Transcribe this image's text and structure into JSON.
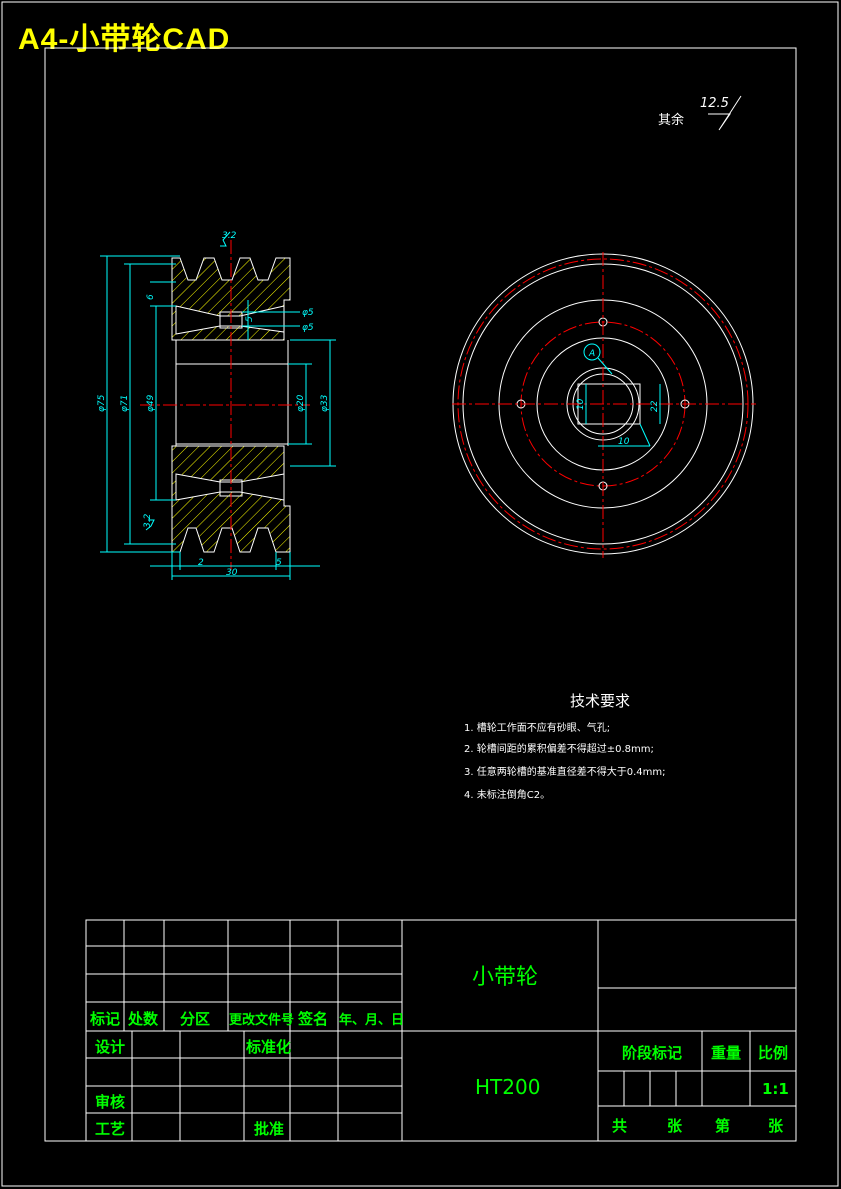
{
  "header": {
    "title": "A4-小带轮CAD"
  },
  "colors": {
    "background": "#000000",
    "frame": "#ffffff",
    "dimension": "#00ffff",
    "centerline": "#ff0000",
    "title_text": "#00ff00",
    "hatch": "#ffff00",
    "header": "#ffff00"
  },
  "roughness": {
    "label": "其余",
    "value": "12.5"
  },
  "side_view": {
    "roughness_top": "3.2",
    "roughness_side": "3.2",
    "dims": {
      "d75": "φ75",
      "d71": "φ71",
      "d49": "φ49",
      "d20": "φ20",
      "d33": "φ33",
      "d5a": "φ5",
      "d5b": "φ5",
      "six": "6",
      "five_hole": "5",
      "two": "2",
      "thirty": "30",
      "five": "5"
    }
  },
  "front_view": {
    "datum": "A",
    "dims": {
      "ten_h": "10",
      "ten_v": "10",
      "twentytwo": "22"
    }
  },
  "tech_req": {
    "title": "技术要求",
    "items": [
      "1. 槽轮工作面不应有砂眼、气孔;",
      "2. 轮槽间距的累积偏差不得超过±0.8mm;",
      "3. 任意两轮槽的基准直径差不得大于0.4mm;",
      "4. 未标注倒角C2。"
    ]
  },
  "title_block": {
    "part_name": "小带轮",
    "material": "HT200",
    "headers": [
      "标记",
      "处数",
      "分区",
      "更改文件号",
      "签名",
      "年、月、日"
    ],
    "design": "设计",
    "standard": "标准化",
    "review": "审核",
    "process": "工艺",
    "approve": "批准",
    "stage_mark": "阶段标记",
    "weight": "重量",
    "scale_label": "比例",
    "scale": "1:1",
    "sheet_total": "共",
    "sheet_unit": "张",
    "sheet_no": "第",
    "sheet_unit2": "张"
  }
}
